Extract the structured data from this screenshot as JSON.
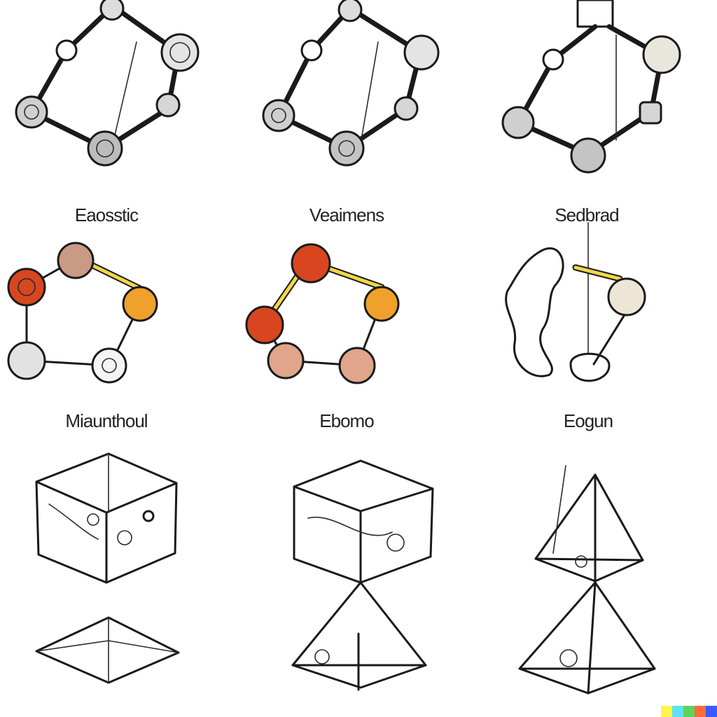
{
  "labels": {
    "row1_col1": "Eaosstic",
    "row1_col2": "Veaimens",
    "row1_col3": "Sedbrad",
    "row2_col1": "Miaunthoul",
    "row2_col2": "Ebomo",
    "row2_col3": "Eogun"
  },
  "colors": {
    "ink": "#1a1a1a",
    "atom_red": "#d8461f",
    "atom_orange": "#efa12c",
    "atom_mauve": "#c99a85",
    "atom_peach": "#e0a58a",
    "bond_yellow": "#f2d64a",
    "sketch_cream": "#ede6d6"
  },
  "watermark_colors": [
    "#fdf64a",
    "#5fe2f2",
    "#5fd35f",
    "#ff6b3d",
    "#3b5bff"
  ]
}
